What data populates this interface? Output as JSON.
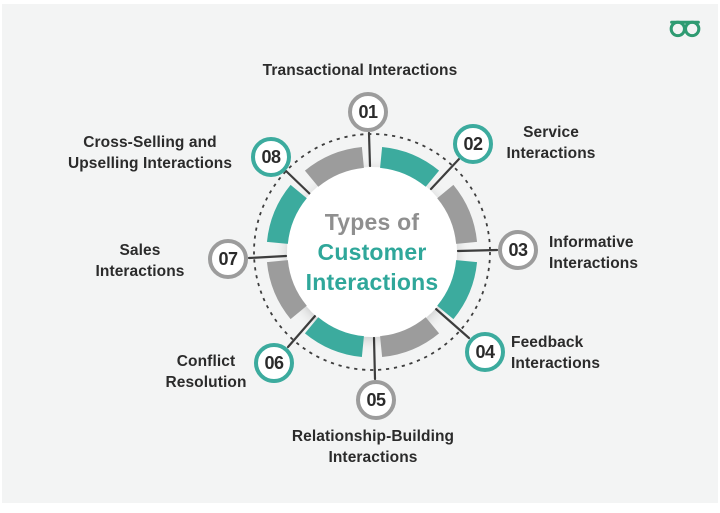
{
  "colors": {
    "teal": "#3cab9e",
    "gray": "#9c9c9c",
    "dark": "#2b2b2b",
    "center-gray": "#8f8f8f",
    "accent-text": "#2fa79a",
    "line": "#3d3d3d",
    "background": "#f3f4f4",
    "logo-green": "#2f9b72"
  },
  "logo": {
    "icon": "geeksforgeeks-logo"
  },
  "center": {
    "line1": "Types of",
    "line2": "Customer",
    "line3": "Interactions"
  },
  "items": [
    {
      "number": "01",
      "label": "Transactional Interactions",
      "accent": "gray"
    },
    {
      "number": "02",
      "label": "Service\nInteractions",
      "accent": "teal"
    },
    {
      "number": "03",
      "label": "Informative\nInteractions",
      "accent": "gray"
    },
    {
      "number": "04",
      "label": "Feedback\nInteractions",
      "accent": "teal"
    },
    {
      "number": "05",
      "label": "Relationship-Building\nInteractions",
      "accent": "gray"
    },
    {
      "number": "06",
      "label": "Conflict\nResolution",
      "accent": "teal"
    },
    {
      "number": "07",
      "label": "Sales\nInteractions",
      "accent": "gray"
    },
    {
      "number": "08",
      "label": "Cross-Selling and\nUpselling Interactions",
      "accent": "teal"
    }
  ]
}
